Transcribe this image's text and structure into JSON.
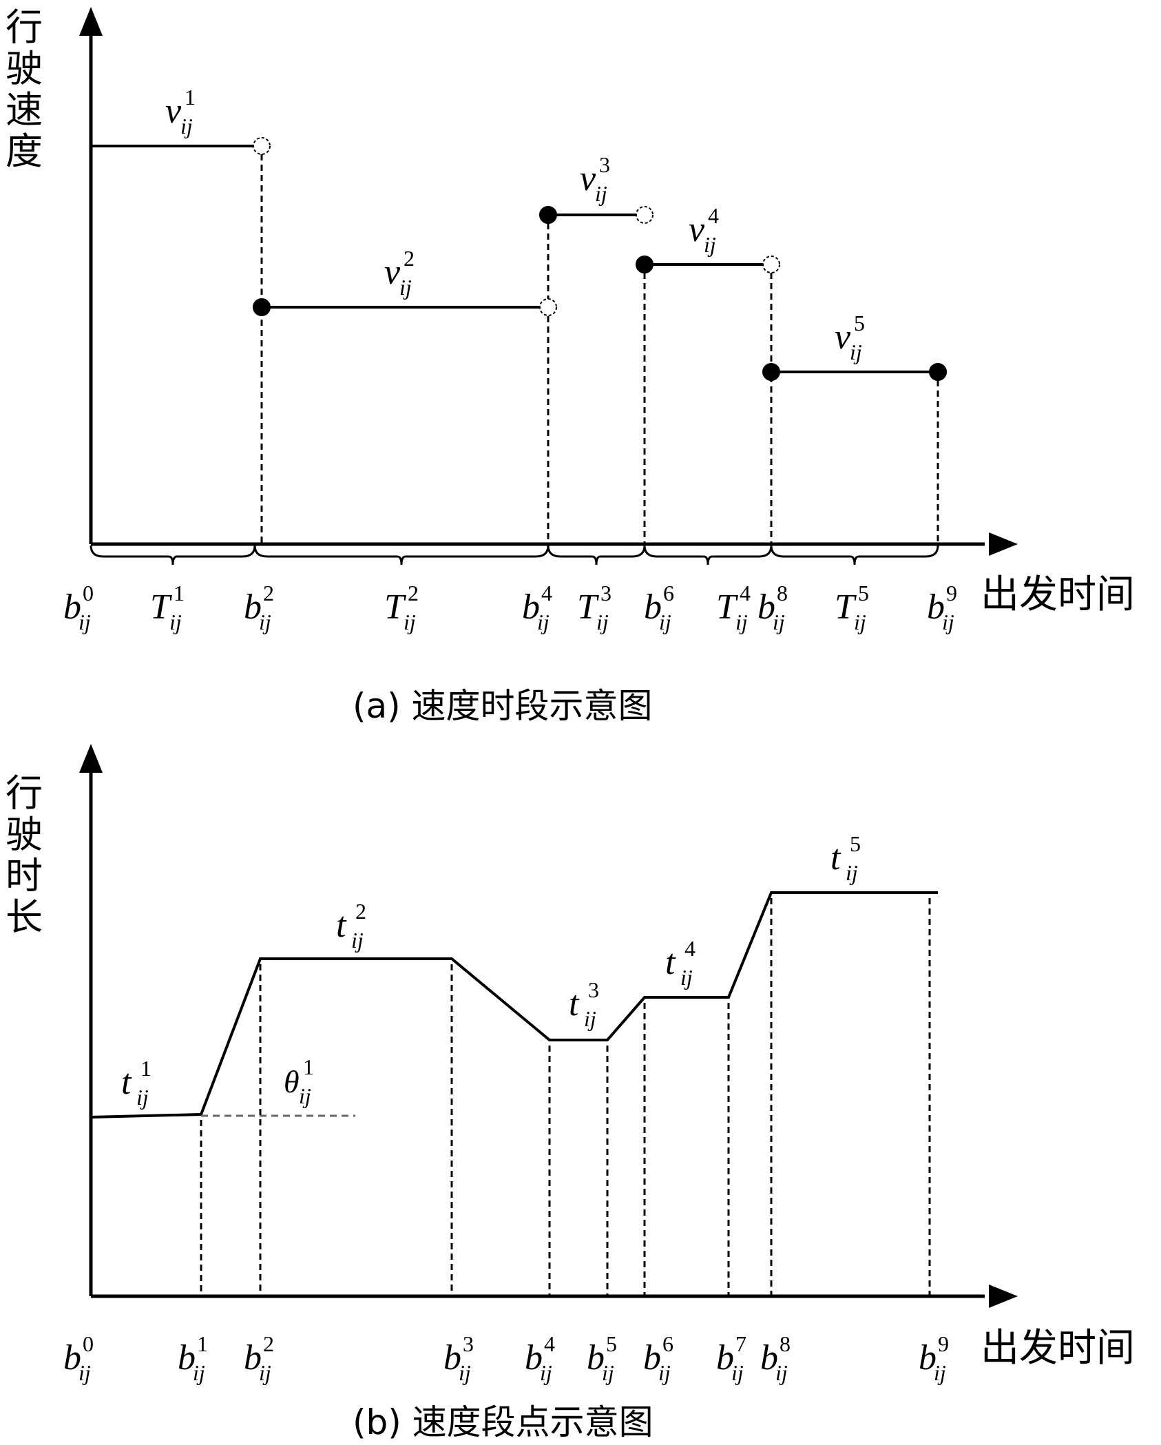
{
  "panel_a": {
    "y_axis_label": [
      "行",
      "驶",
      "速",
      "度"
    ],
    "x_axis_label": "出发时间",
    "caption": "(a) 速度时段示意图",
    "speed_labels": [
      {
        "sym": "v",
        "sup": "1",
        "sub": "ij"
      },
      {
        "sym": "v",
        "sup": "2",
        "sub": "ij"
      },
      {
        "sym": "v",
        "sup": "3",
        "sub": "ij"
      },
      {
        "sym": "v",
        "sup": "4",
        "sub": "ij"
      },
      {
        "sym": "v",
        "sup": "5",
        "sub": "ij"
      }
    ],
    "breakpoint_labels": [
      {
        "sym": "b",
        "sup": "0",
        "sub": "ij"
      },
      {
        "sym": "b",
        "sup": "2",
        "sub": "ij"
      },
      {
        "sym": "b",
        "sup": "4",
        "sub": "ij"
      },
      {
        "sym": "b",
        "sup": "6",
        "sub": "ij"
      },
      {
        "sym": "b",
        "sup": "8",
        "sub": "ij"
      },
      {
        "sym": "b",
        "sup": "9",
        "sub": "ij"
      }
    ],
    "period_labels": [
      {
        "sym": "T",
        "sup": "1",
        "sub": "ij"
      },
      {
        "sym": "T",
        "sup": "2",
        "sub": "ij"
      },
      {
        "sym": "T",
        "sup": "3",
        "sub": "ij"
      },
      {
        "sym": "T",
        "sup": "4",
        "sub": "ij"
      },
      {
        "sym": "T",
        "sup": "5",
        "sub": "ij"
      }
    ]
  },
  "panel_b": {
    "y_axis_label": [
      "行",
      "驶",
      "时",
      "长"
    ],
    "x_axis_label": "出发时间",
    "caption": "(b) 速度段点示意图",
    "time_labels": [
      {
        "sym": "t",
        "sup": "1",
        "sub": "ij"
      },
      {
        "sym": "t",
        "sup": "2",
        "sub": "ij"
      },
      {
        "sym": "t",
        "sup": "3",
        "sub": "ij"
      },
      {
        "sym": "t",
        "sup": "4",
        "sub": "ij"
      },
      {
        "sym": "t",
        "sup": "5",
        "sub": "ij"
      }
    ],
    "angle_label": {
      "sym": "θ",
      "sup": "1",
      "sub": "ij"
    },
    "breakpoint_labels": [
      {
        "sym": "b",
        "sup": "0",
        "sub": "ij"
      },
      {
        "sym": "b",
        "sup": "1",
        "sub": "ij"
      },
      {
        "sym": "b",
        "sup": "2",
        "sub": "ij"
      },
      {
        "sym": "b",
        "sup": "3",
        "sub": "ij"
      },
      {
        "sym": "b",
        "sup": "4",
        "sub": "ij"
      },
      {
        "sym": "b",
        "sup": "5",
        "sub": "ij"
      },
      {
        "sym": "b",
        "sup": "6",
        "sub": "ij"
      },
      {
        "sym": "b",
        "sup": "7",
        "sub": "ij"
      },
      {
        "sym": "b",
        "sup": "8",
        "sub": "ij"
      },
      {
        "sym": "b",
        "sup": "9",
        "sub": "ij"
      }
    ]
  }
}
